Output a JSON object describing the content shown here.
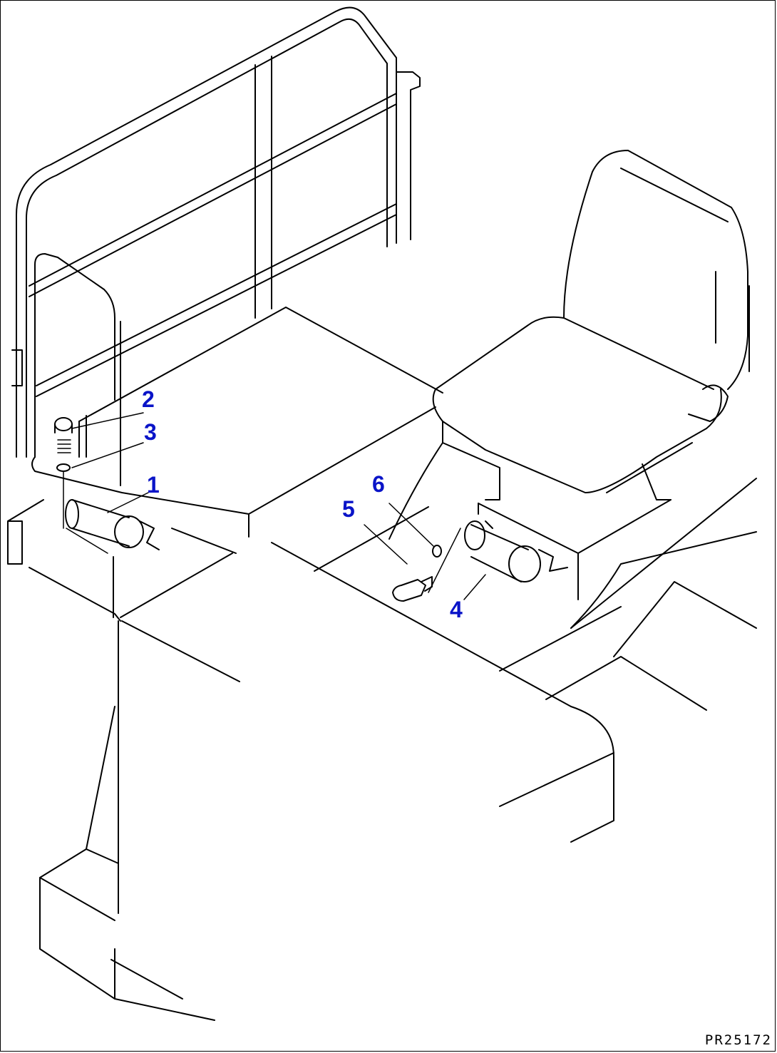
{
  "callouts": [
    {
      "id": "1",
      "label": "1"
    },
    {
      "id": "2",
      "label": "2"
    },
    {
      "id": "3",
      "label": "3"
    },
    {
      "id": "4",
      "label": "4"
    },
    {
      "id": "5",
      "label": "5"
    },
    {
      "id": "6",
      "label": "6"
    }
  ],
  "drawing_code": "PR25172",
  "colors": {
    "callout": "#0a14c8",
    "line": "#000000",
    "background": "#ffffff"
  }
}
